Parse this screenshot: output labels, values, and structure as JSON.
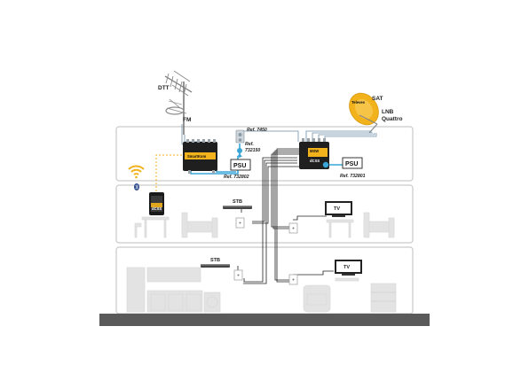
{
  "labels": {
    "dtt": "DTT",
    "fm": "FM",
    "sat": "SAT",
    "lnb_line1": "LNB",
    "lnb_line2": "Quattro",
    "ref_7450": "Ref. 7450",
    "ref_732150_line1": "Ref.",
    "ref_732150_line2": "732150",
    "ref_732802": "Ref. 732802",
    "ref_732801": "Ref. 732801",
    "psu_left": "PSU",
    "psu_right": "PSU",
    "stb_middle": "STB",
    "stb_lower": "STB",
    "tv_middle": "TV",
    "tv_lower": "TV",
    "amp_brand": "SmartKom",
    "ms_brand_line1": "MSW",
    "ms_brand_line2": "dCSS",
    "dish_brand": "Televes",
    "tablet_brand": "dCSS"
  },
  "colors": {
    "amp_body": "#1f1f1f",
    "amp_label": "#f2b21c",
    "ms_label": "#f2b21c",
    "dish": "#f2b21c",
    "cable_coax": "#222222",
    "cable_blue": "#3aa6d8",
    "wifi": "#f2b21c",
    "floor": "#5a5a5a",
    "walls": "#c9c9c9",
    "furniture": "#e3e3e3"
  },
  "icons": {
    "antenna_dtt": "yagi-antenna-icon",
    "antenna_fm": "fm-antenna-icon",
    "dish": "satellite-dish-icon",
    "wifi": "wifi-icon",
    "bluetooth": "bluetooth-icon",
    "tablet": "tablet-icon"
  }
}
